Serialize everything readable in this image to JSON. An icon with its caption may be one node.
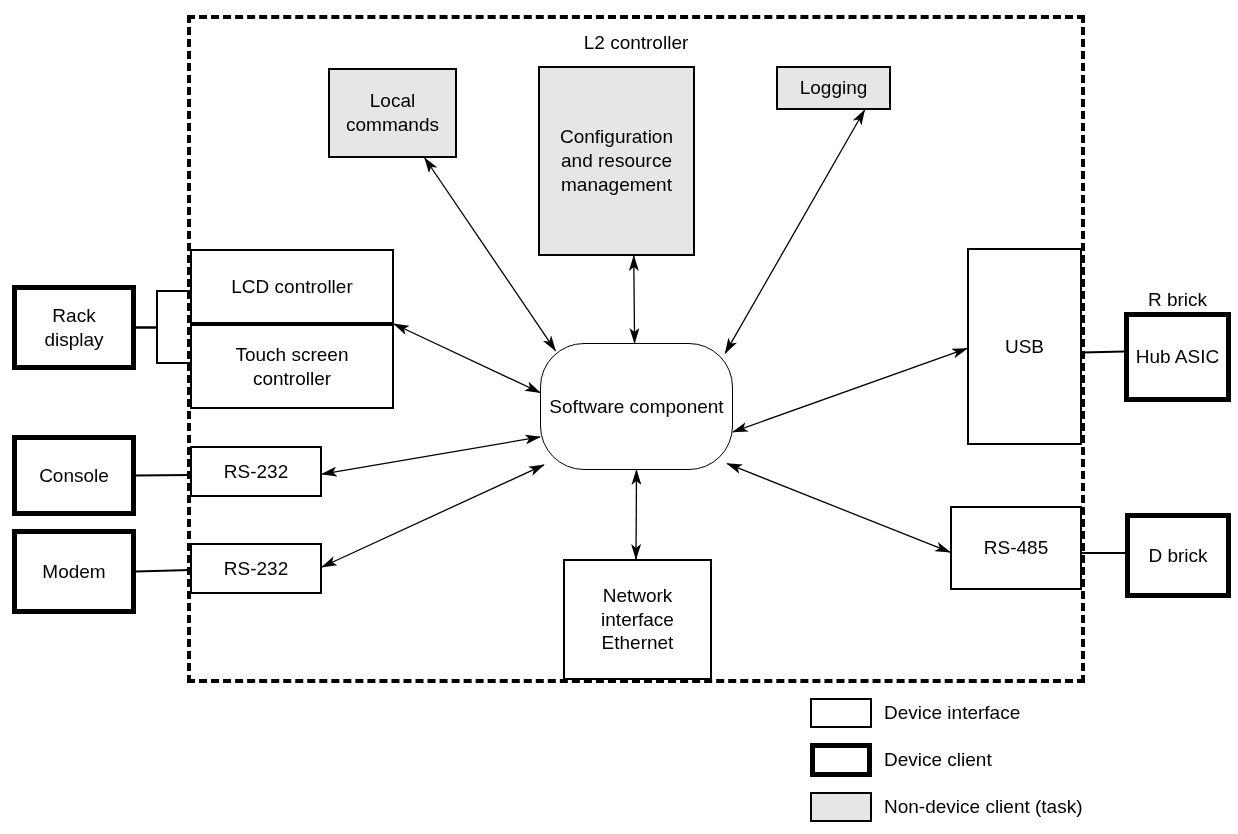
{
  "diagram": {
    "nodes": [
      {
        "text": [
          "L2 controller"
        ]
      },
      {
        "text": [
          "Local commands"
        ],
        "in": 0
      },
      {
        "text": [
          "Configuration and resource management"
        ],
        "in": 0
      },
      {
        "text": [
          "Logging"
        ],
        "in": 0
      },
      {
        "text": [
          "LCD controller"
        ],
        "in": 0
      },
      {
        "text": [
          "Touch screen controller"
        ],
        "in": 0
      },
      {
        "text": [
          "Software component"
        ],
        "in": 0
      },
      {
        "text": [
          "USB"
        ],
        "in": 0
      },
      {
        "text": [
          "RS-232"
        ],
        "in": 0
      },
      {
        "text": [
          "RS-232"
        ],
        "in": 0
      },
      {
        "text": [
          "Network interface Ethernet"
        ],
        "in": 0
      },
      {
        "text": [
          "RS-485"
        ],
        "in": 0
      },
      {
        "text": [
          "Rack display"
        ]
      },
      {
        "text": [
          "Console"
        ]
      },
      {
        "text": [
          "Modem"
        ]
      },
      {
        "text": [
          "Hub ASIC"
        ],
        "beside": [
          "R brick"
        ]
      },
      {
        "text": [
          "D brick"
        ]
      }
    ],
    "edges": [
      {
        "from": 6,
        "to": 1,
        "arrow": "both"
      },
      {
        "from": 6,
        "to": 2,
        "arrow": "both"
      },
      {
        "from": 6,
        "to": 3,
        "arrow": "both"
      },
      {
        "from": 6,
        "to": 5,
        "arrow": "both"
      },
      {
        "from": 6,
        "to": 7,
        "arrow": "both"
      },
      {
        "from": 6,
        "to": 8,
        "arrow": "both"
      },
      {
        "from": 6,
        "to": 9,
        "arrow": "both"
      },
      {
        "from": 6,
        "to": 10,
        "arrow": "both"
      },
      {
        "from": 6,
        "to": 11,
        "arrow": "both"
      },
      {
        "from": 12,
        "to": 4,
        "arrow": "none"
      },
      {
        "from": 12,
        "to": 5,
        "arrow": "none"
      },
      {
        "from": 13,
        "to": 8,
        "arrow": "none"
      },
      {
        "from": 14,
        "to": 9,
        "arrow": "none"
      },
      {
        "from": 7,
        "to": 15,
        "arrow": "none"
      },
      {
        "from": 11,
        "to": 16,
        "arrow": "none"
      }
    ],
    "legend": [
      {
        "text": "Device interface",
        "color": "#ffffff"
      },
      {
        "text": "Device client",
        "color": "#ffffff"
      },
      {
        "text": "Non-device client (task)",
        "color": "#e6e6e6"
      }
    ]
  }
}
